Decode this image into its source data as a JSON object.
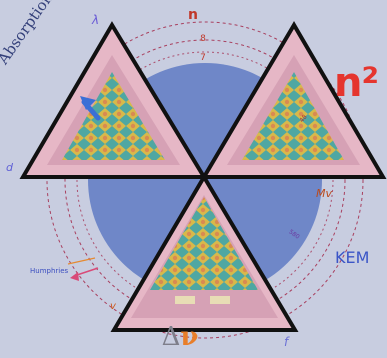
{
  "labels": {
    "n_top": "n",
    "ring_8": "8",
    "ring_7": "7",
    "lambda": "λ",
    "n_squared": "n²",
    "absorption": "Absorption",
    "d_left": "d",
    "mv": "Mv",
    "kem": "KEM",
    "humphries": "Humphries",
    "v_bottom": "v",
    "delta": "Δ",
    "nu": "ν",
    "f_bottom": "f",
    "small_48": "48",
    "small_580": "580"
  },
  "colors": {
    "background": "#c8cde0",
    "circle_fill": "#6f87c8",
    "triangle_stroke": "#111111",
    "triangle_band": "#e6b7c6",
    "dashed_ring": "#c0392b",
    "mosaic_yellow": "#d8b94a",
    "mosaic_teal": "#4fa7a2",
    "mosaic_orange": "#d98a52",
    "accent_red": "#e5352e"
  }
}
